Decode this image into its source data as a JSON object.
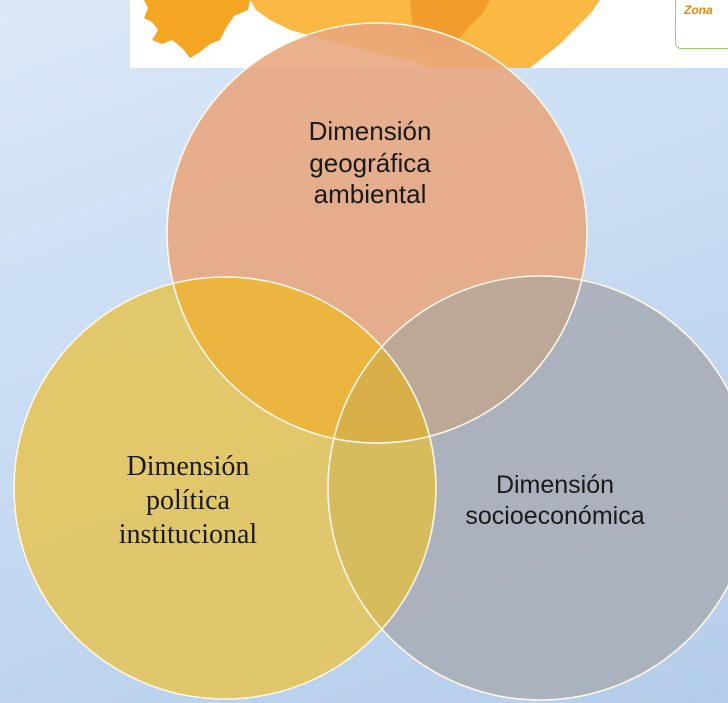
{
  "map_header": {
    "legend_text": "Zona"
  },
  "diagram": {
    "circles": [
      {
        "id": "geo",
        "lines": [
          "Dimensión",
          "geográfica",
          "ambiental"
        ],
        "fill": "#e8a67d"
      },
      {
        "id": "pol",
        "lines": [
          "Dimensión",
          "política",
          "institucional"
        ],
        "fill": "#e4c660"
      },
      {
        "id": "soc",
        "lines": [
          "Dimensión",
          "socioeconómica"
        ],
        "fill": "#a9aeb8"
      }
    ],
    "overlap_color": "#ebb540",
    "border_color": "#fff7e8"
  }
}
